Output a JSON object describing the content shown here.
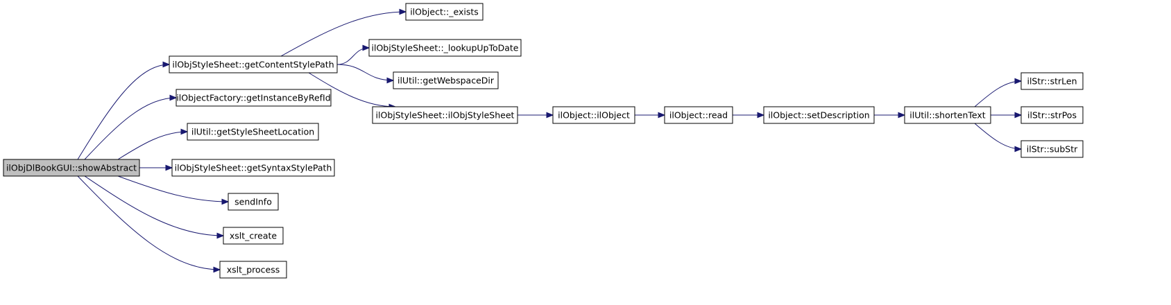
{
  "diagram": {
    "nodes": [
      {
        "id": "root",
        "label": "ilObjDlBookGUI::showAbstract",
        "highlighted": true
      },
      {
        "id": "getContentStylePath",
        "label": "ilObjStyleSheet::getContentStylePath"
      },
      {
        "id": "getInstanceByRefId",
        "label": "ilObjectFactory::getInstanceByRefId"
      },
      {
        "id": "getStyleSheetLocation",
        "label": "ilUtil::getStyleSheetLocation"
      },
      {
        "id": "getSyntaxStylePath",
        "label": "ilObjStyleSheet::getSyntaxStylePath"
      },
      {
        "id": "sendInfo",
        "label": "sendInfo"
      },
      {
        "id": "xslt_create",
        "label": "xslt_create"
      },
      {
        "id": "xslt_process",
        "label": "xslt_process"
      },
      {
        "id": "_exists",
        "label": "ilObject::_exists"
      },
      {
        "id": "_lookupUpToDate",
        "label": "ilObjStyleSheet::_lookupUpToDate"
      },
      {
        "id": "getWebspaceDir",
        "label": "ilUtil::getWebspaceDir"
      },
      {
        "id": "ilObjStyleSheet",
        "label": "ilObjStyleSheet::ilObjStyleSheet"
      },
      {
        "id": "ilObject",
        "label": "ilObject::ilObject"
      },
      {
        "id": "read",
        "label": "ilObject::read"
      },
      {
        "id": "setDescription",
        "label": "ilObject::setDescription"
      },
      {
        "id": "shortenText",
        "label": "ilUtil::shortenText"
      },
      {
        "id": "strLen",
        "label": "ilStr::strLen"
      },
      {
        "id": "strPos",
        "label": "ilStr::strPos"
      },
      {
        "id": "subStr",
        "label": "ilStr::subStr"
      }
    ],
    "edges": [
      [
        "root",
        "getContentStylePath"
      ],
      [
        "root",
        "getInstanceByRefId"
      ],
      [
        "root",
        "getStyleSheetLocation"
      ],
      [
        "root",
        "getSyntaxStylePath"
      ],
      [
        "root",
        "sendInfo"
      ],
      [
        "root",
        "xslt_create"
      ],
      [
        "root",
        "xslt_process"
      ],
      [
        "getContentStylePath",
        "_exists"
      ],
      [
        "getContentStylePath",
        "_lookupUpToDate"
      ],
      [
        "getContentStylePath",
        "getWebspaceDir"
      ],
      [
        "getContentStylePath",
        "ilObjStyleSheet"
      ],
      [
        "ilObjStyleSheet",
        "ilObject"
      ],
      [
        "ilObject",
        "read"
      ],
      [
        "read",
        "setDescription"
      ],
      [
        "setDescription",
        "shortenText"
      ],
      [
        "shortenText",
        "strLen"
      ],
      [
        "shortenText",
        "strPos"
      ],
      [
        "shortenText",
        "subStr"
      ]
    ]
  },
  "colors": {
    "edge": "#191970",
    "root_fill": "#bfbfbf",
    "node_fill": "#ffffff",
    "node_border": "#000000"
  }
}
